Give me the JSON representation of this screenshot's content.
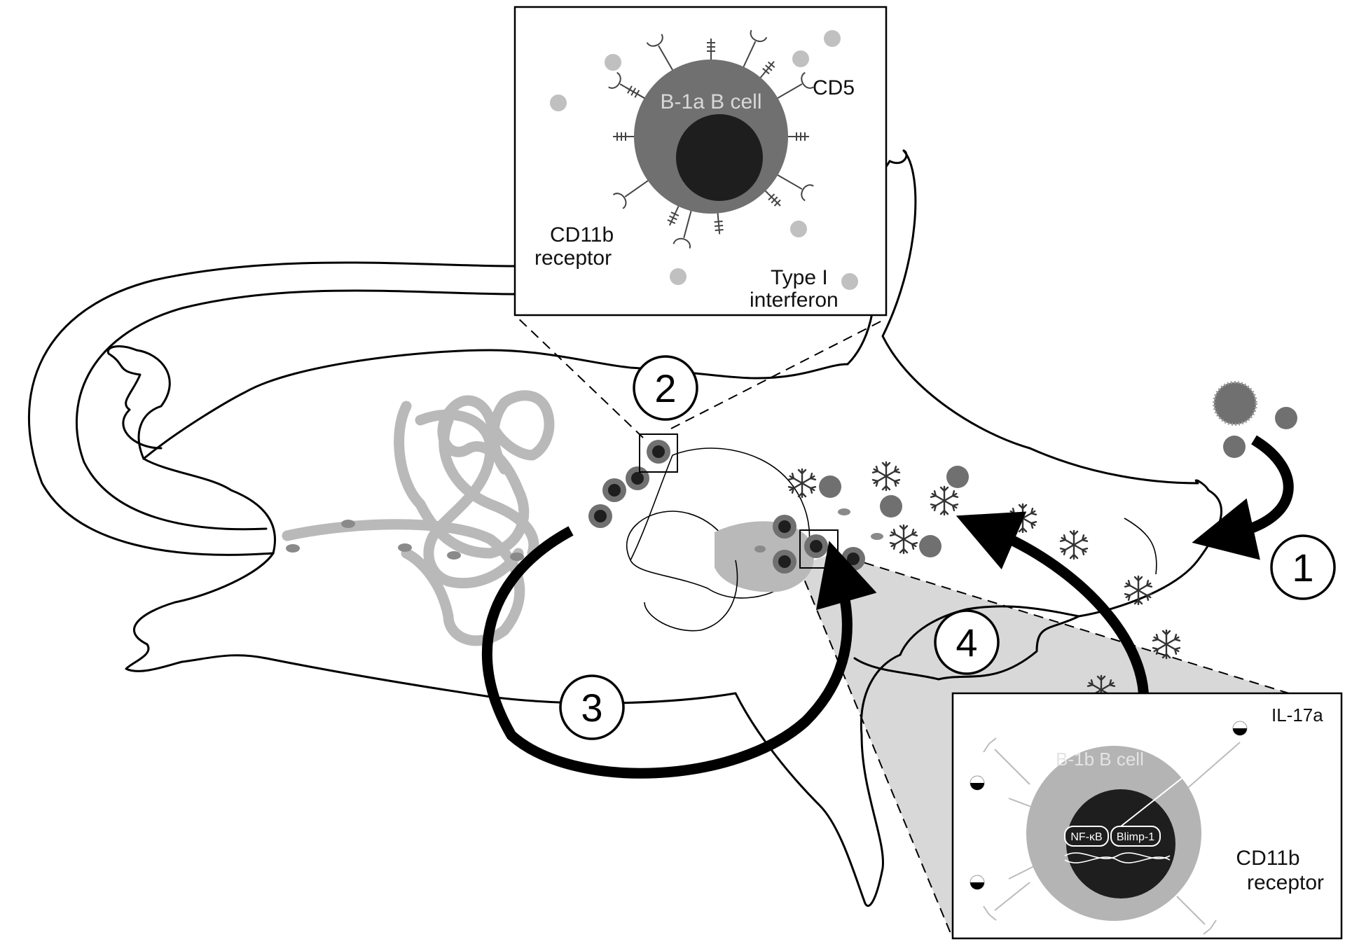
{
  "steps": [
    "1",
    "2",
    "3",
    "4"
  ],
  "b1a_inset": {
    "cell_label": "B-1a B cell",
    "label_cd5": "CD5",
    "label_cd11b_line1": "CD11b",
    "label_cd11b_line2": "receptor",
    "label_ifn_line1": "Type I",
    "label_ifn_line2": "interferon"
  },
  "b1b_inset": {
    "cell_label": "B-1b B cell",
    "label_il17a": "IL-17a",
    "label_nfkb": "NF-κB",
    "label_blimp1": "Blimp-1",
    "label_cd11b_line1": "CD11b",
    "label_cd11b_line2": "receptor"
  },
  "colors": {
    "b1a_cell": "#707070",
    "nucleus": "#1e1e1e",
    "b1b_cell": "#b4b4b4",
    "ifn": "#c0c0c0",
    "gut": "#b9b9b9",
    "shade": "#d8d8d8"
  },
  "icons": [
    "bacterium-icon",
    "cytokine-star-icon",
    "arrow-icon"
  ]
}
